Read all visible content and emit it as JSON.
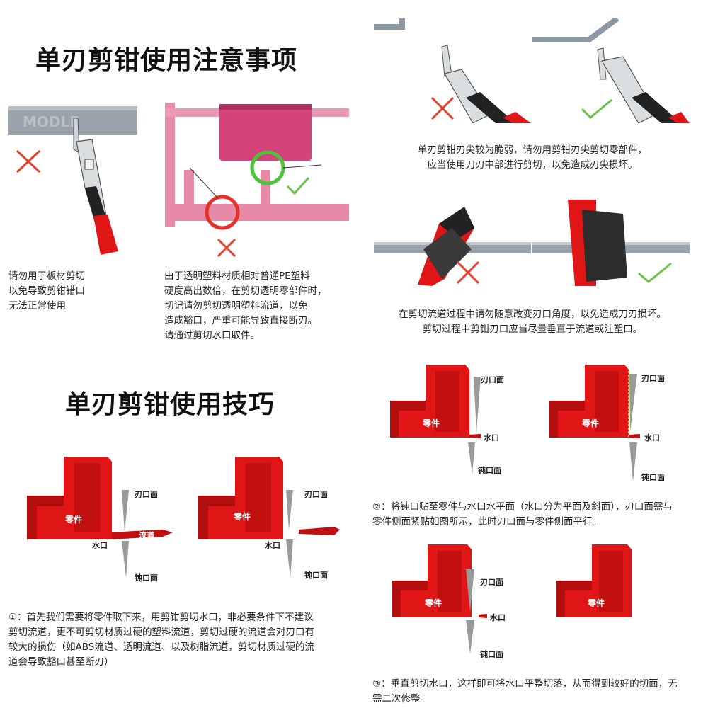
{
  "title_notes": "单刃剪钳使用注意事项",
  "title_tips": "单刃剪钳使用技巧",
  "watermark": "MODLE",
  "notes": {
    "plate": [
      "请勿用于板材剪切",
      "以免导致剪钳错口",
      "无法正常使用"
    ],
    "clear": [
      "由于透明塑料材质相对普通PE塑料",
      "硬度高出数倍，在剪切透明零部件时，",
      "切记请勿剪切透明塑料流道，以免",
      "造成豁口，严重可能导致直接断刃。",
      "请通过剪切水口取件。"
    ],
    "tip": [
      "单刃剪钳刃尖较为脆弱，请勿用剪钳刃尖剪切零部件，",
      "应当使用刀刃中部进行剪切，以免造成刃尖损坏。"
    ],
    "angle": [
      "在剪切流道过程中请勿随意改变刃口角度，以免造成刀刃损坏。",
      "剪切过程中剪钳刃口应当尽量垂直于流道或注塑口。"
    ]
  },
  "labels": {
    "part": "零件",
    "gate": "水口",
    "runner": "流道",
    "edge_face": "刃口面",
    "flat_face": "钝口面"
  },
  "steps": {
    "s1": [
      "①：首先我们需要将零件取下来，用剪钳剪切水口，非必要条件下不建议",
      "剪切流道，更不可剪切材质过硬的塑料流道，剪切过硬的流道会对刃口有",
      "较大的损伤（如ABS流道、透明流道、以及树脂流道，剪切材质过硬的流",
      "道会导致豁口甚至断刃）"
    ],
    "s2": [
      "②：将钝口贴至零件与水口水平面（水口分为平面及斜面），刃口面需与",
      "零件侧面紧贴如图所示，此时刃口面与零件侧面平行。"
    ],
    "s3": [
      "③：垂直剪切水口，这样即可将水口平整切落，从而得到较好的切面，无",
      "需二次修整。"
    ]
  },
  "colors": {
    "red": "#e01515",
    "dark_red": "#b30d0d",
    "cross": "#e8402a",
    "check": "#6cc24a",
    "circle_red": "#e8302a",
    "circle_green": "#4ec23a",
    "gray_bar": "#9aa3ab",
    "pink": "#e68aa8"
  }
}
